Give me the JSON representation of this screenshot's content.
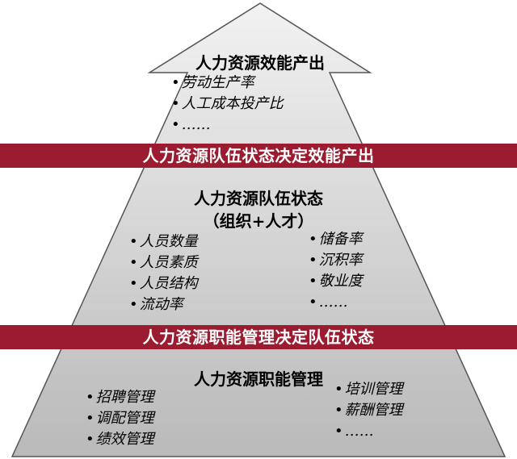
{
  "top": {
    "title": "人力资源效能产出",
    "items": [
      "劳动生产率",
      "人工成本投产比",
      "……"
    ]
  },
  "band1": "人力资源队伍状态决定效能产出",
  "middle": {
    "title": "人力资源队伍状态",
    "subtitle": "（组织+人才）",
    "left_items": [
      "人员数量",
      "人员素质",
      "人员结构",
      "流动率"
    ],
    "right_items": [
      "储备率",
      "沉积率",
      "敬业度",
      "……"
    ]
  },
  "band2": "人力资源职能管理决定队伍状态",
  "bottom": {
    "title": "人力资源职能管理",
    "left_items": [
      "招聘管理",
      "调配管理",
      "绩效管理"
    ],
    "right_items": [
      "培训管理",
      "薪酬管理",
      "……"
    ]
  },
  "colors": {
    "band": "#9b1b30",
    "fill_top": "#f2f2f2",
    "fill_bottom": "#b9b9b9",
    "outline": "#555555"
  }
}
